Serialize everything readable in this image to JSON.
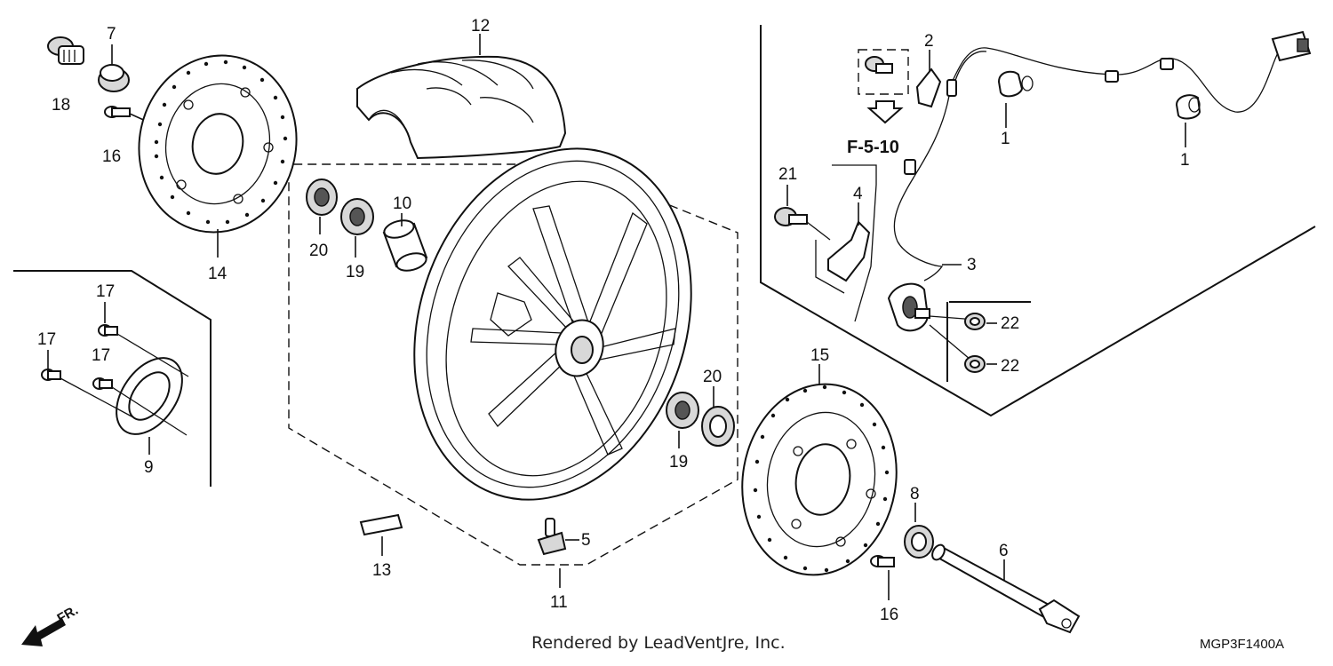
{
  "callouts": {
    "c1a": "1",
    "c1b": "1",
    "c2": "2",
    "c3": "3",
    "c4": "4",
    "c5": "5",
    "c6": "6",
    "c7": "7",
    "c8": "8",
    "c9": "9",
    "c10": "10",
    "c11": "11",
    "c12": "12",
    "c13": "13",
    "c14": "14",
    "c15": "15",
    "c16a": "16",
    "c16b": "16",
    "c17a": "17",
    "c17b": "17",
    "c17c": "17",
    "c18": "18",
    "c19a": "19",
    "c19b": "19",
    "c20a": "20",
    "c20b": "20",
    "c21": "21",
    "c22a": "22",
    "c22b": "22"
  },
  "reference_label": "F-5-10",
  "credit": "Rendered by LeadVentJre, Inc.",
  "diagram_code": "MGP3F1400A",
  "front_indicator": "FR."
}
